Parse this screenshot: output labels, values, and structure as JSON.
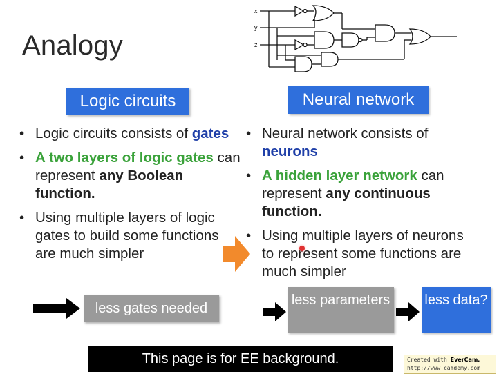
{
  "slide": {
    "title": "Analogy",
    "left": {
      "header": "Logic circuits",
      "bullet1": {
        "text": "Logic circuits consists of ",
        "emph": "gates"
      },
      "bullet2": {
        "green": "A two layers of logic gates",
        "mid": " can represent ",
        "bold": "any Boolean function."
      },
      "bullet3": "Using multiple layers of logic gates to build some functions are much simpler",
      "result": "less gates needed"
    },
    "right": {
      "header": "Neural network",
      "bullet1": {
        "text": "Neural network consists of ",
        "emph": "neurons"
      },
      "bullet2": {
        "green": "A hidden layer network",
        "mid": " can represent ",
        "bold": "any continuous function."
      },
      "bullet3": "Using multiple layers of neurons to represent some functions are much simpler",
      "result1": "less parameters",
      "result2": "less data?"
    },
    "caption": "This page is for EE background.",
    "circuit_labels": {
      "x": "x",
      "y": "y",
      "z": "z"
    },
    "watermark": {
      "line1": "Created with ",
      "brand": "EverCam.",
      "line2": "http://www.camdemy.com"
    },
    "colors": {
      "header_blue": "#2f6fdc",
      "green": "#3aa23a",
      "emph_blue": "#1f3fa8",
      "arrow_orange": "#f28a2c",
      "gray_box": "#9a9a9a"
    },
    "icons": [
      "bullet-dot",
      "orange-right-arrow-icon",
      "black-right-arrow-icon",
      "logic-circuit-diagram"
    ]
  }
}
